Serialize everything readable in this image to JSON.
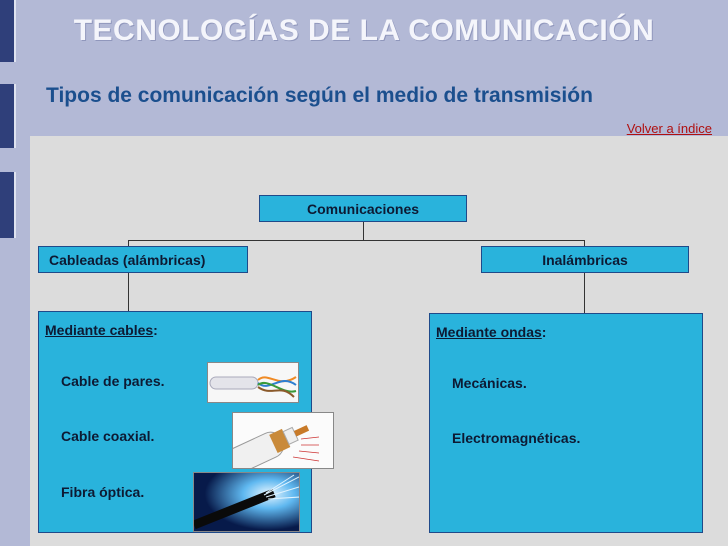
{
  "header": {
    "title": "TECNOLOGÍAS DE LA COMUNICACIÓN",
    "subtitle": "Tipos de comunicación según el medio de transmisión",
    "back_link": "Volver a índice"
  },
  "diagram": {
    "root": "Comunicaciones",
    "left_branch": "Cableadas (alámbricas)",
    "right_branch": "Inalámbricas",
    "left_box": {
      "heading": "Mediante cables",
      "colon": ":",
      "items": [
        "Cable de pares.",
        "Cable coaxial.",
        "Fibra óptica."
      ]
    },
    "right_box": {
      "heading": "Mediante ondas",
      "colon": ":",
      "items": [
        "Mecánicas.",
        "Electromagnéticas."
      ]
    }
  },
  "colors": {
    "background": "#b3b9d6",
    "content_panel": "#dcdcdc",
    "box_fill": "#29b3dc",
    "title": "#f4f5fb",
    "subtitle": "#1b4f8e",
    "link": "#b01010"
  },
  "images": [
    "twisted-pair-cable-photo",
    "coaxial-cable-photo",
    "fiber-optic-photo"
  ]
}
